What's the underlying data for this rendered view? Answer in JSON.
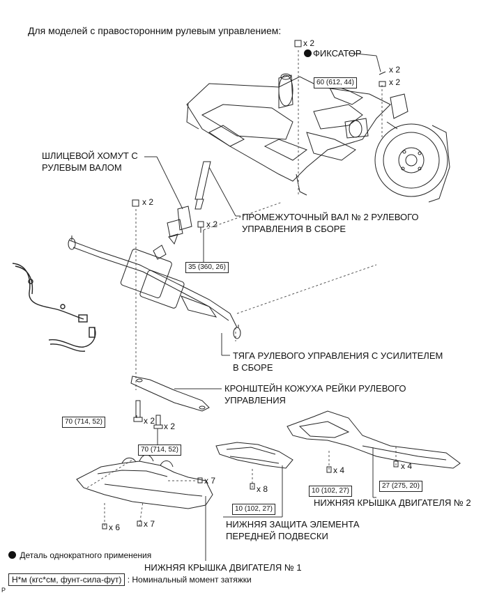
{
  "header": {
    "title": "Для моделей с правосторонним рулевым управлением:"
  },
  "callouts": {
    "retainer": "ФИКСАТОР",
    "spline_clamp_line1": "ШЛИЦЕВОЙ ХОМУТ С",
    "spline_clamp_line2": "РУЛЕВЫМ ВАЛОМ",
    "intermediate_shaft_line1": "ПРОМЕЖУТОЧНЫЙ ВАЛ № 2 РУЛЕВОГО",
    "intermediate_shaft_line2": "УПРАВЛЕНИЯ В СБОРЕ",
    "power_steering_link_line1": "ТЯГА РУЛЕВОГО УПРАВЛЕНИЯ С УСИЛИТЕЛЕМ",
    "power_steering_link_line2": "В СБОРЕ",
    "rack_bracket_line1": "КРОНШТЕЙН КОЖУХА РЕЙКИ РУЛЕВОГО",
    "rack_bracket_line2": "УПРАВЛЕНИЯ",
    "engine_cover_2": "НИЖНЯЯ КРЫШКА ДВИГАТЕЛЯ № 2",
    "front_suspension_guard_line1": "НИЖНЯЯ ЗАЩИТА ЭЛЕМЕНТА",
    "front_suspension_guard_line2": "ПЕРЕДНЕЙ ПОДВЕСКИ",
    "engine_cover_1": "НИЖНЯЯ КРЫШКА ДВИГАТЕЛЯ № 1"
  },
  "torques": {
    "t60": "60 (612, 44)",
    "t35": "35 (360, 26)",
    "t70a": "70 (714, 52)",
    "t70b": "70 (714, 52)",
    "t10a": "10 (102, 27)",
    "t10b": "10 (102, 27)",
    "t27": "27 (275, 20)"
  },
  "quantities": {
    "q_top_nut": "x 2",
    "q_retainer": "x 2",
    "q_60_nut": "x 2",
    "q_left_nut": "x 2",
    "q_35_bolt": "x 2",
    "q_70a": "x 2",
    "q_70b": "x 2",
    "q_x4a": "x 4",
    "q_x4b": "x 4",
    "q_x8": "x 8",
    "q_x7a": "x 7",
    "q_x7b": "x 7",
    "q_x6": "x 6"
  },
  "legend": {
    "non_reusable": "Деталь однократного применения",
    "torque_unit": "Н*м (кгс*см, фунт-сила-фут)",
    "torque_desc": ": Номинальный момент затяжки"
  },
  "corner_mark": "P"
}
